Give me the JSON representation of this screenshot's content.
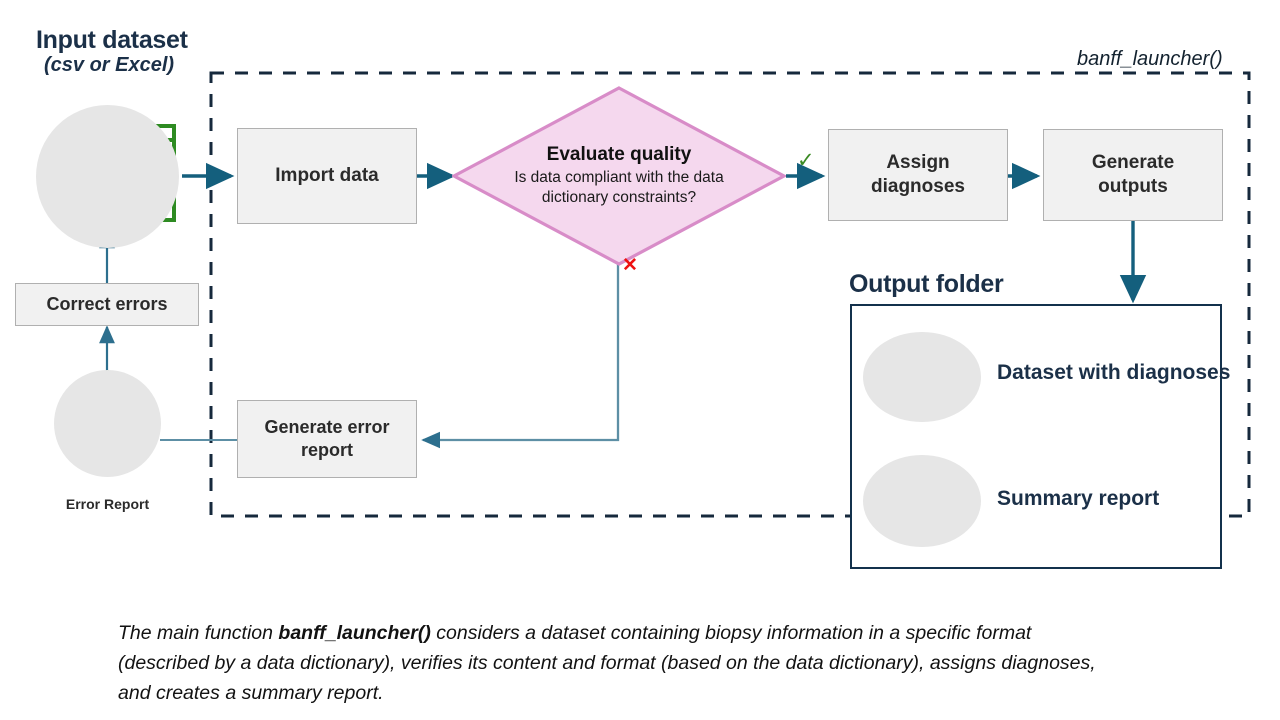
{
  "diagram": {
    "input": {
      "title": "Input dataset",
      "subtitle": "(csv or Excel)",
      "icon": "table-icon"
    },
    "container_label": "banff_launcher()",
    "steps": {
      "import": "Import data",
      "assign": "Assign\ndiagnoses",
      "assign_line1": "Assign",
      "assign_line2": "diagnoses",
      "generate_outputs_line1": "Generate",
      "generate_outputs_line2": "outputs",
      "generate_error_line1": "Generate error",
      "generate_error_line2": "report",
      "correct_errors": "Correct errors"
    },
    "decision": {
      "title": "Evaluate quality",
      "question": "Is data compliant with the data dictionary constraints?",
      "yes_marker": "✓",
      "no_marker": "✕"
    },
    "error_report": {
      "label": "Error Report",
      "icon": "clipboard-checklist-icon"
    },
    "output": {
      "title": "Output folder",
      "items": [
        {
          "label": "Dataset with diagnoses",
          "icon": "dataset-table-icon"
        },
        {
          "label": "Summary report",
          "icon": "chart-report-icon"
        }
      ]
    },
    "caption": {
      "part1": "The main function ",
      "bold": "banff_launcher()",
      "part2": " considers a dataset containing biopsy information in a specific format (described by a data dictionary), verifies its content and format (based on the data dictionary), assigns diagnoses, and creates a summary report."
    },
    "colors": {
      "navy": "#1b3048",
      "arrow": "#17607f",
      "arrow_dark": "#125a77",
      "box_fill": "#f1f1f1",
      "box_border": "#b0b0b0",
      "diamond_fill": "#f5d8ee",
      "diamond_border": "#d88cc8",
      "green": "#2e8b22",
      "check": "#3a8a23",
      "cross": "#ee1111",
      "circle_bg": "#e6e6e6"
    }
  }
}
